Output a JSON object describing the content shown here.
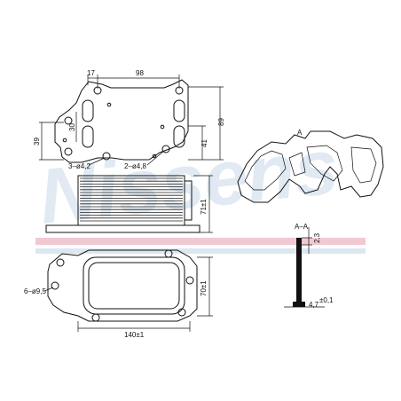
{
  "watermark": {
    "text": "Nissens",
    "color": "#bcd0e6",
    "band_color": "#f1c9d3"
  },
  "top_view": {
    "dim_width": "98",
    "dim_offset": "17",
    "dim_height_right": "89",
    "dim_inner_right": "41",
    "dim_left": "39",
    "dim_inner": "30",
    "hole_small": "3–ø4,2",
    "hole_large": "2–ø4,8"
  },
  "side_view": {
    "dim_height": "71±1"
  },
  "bottom_view": {
    "dim_width": "140±1",
    "dim_height": "70±1",
    "hole_label": "6–ø9,5"
  },
  "section": {
    "label": "A–A",
    "dim_top": "2,3",
    "dim_bottom": "4,7",
    "tolerance": "±0,1",
    "marker_a": "A"
  }
}
